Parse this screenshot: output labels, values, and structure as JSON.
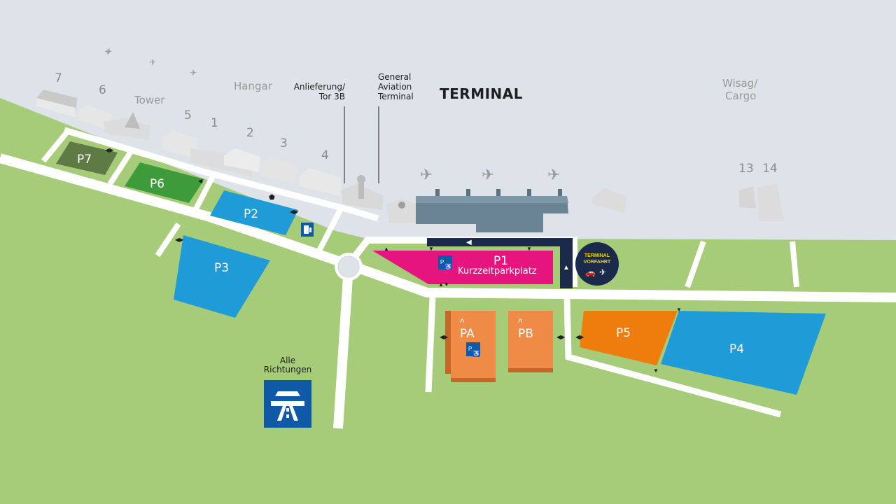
{
  "terminal_label": "TERMINAL",
  "buildings": {
    "hangar_label": "Hangar",
    "tower_label": "Tower",
    "numbers": [
      "7",
      "6",
      "5",
      "1",
      "2",
      "3",
      "4",
      "13",
      "14"
    ],
    "anlieferung": [
      "Anlieferung/",
      "Tor 3B"
    ],
    "general_aviation": [
      "General",
      "Aviation",
      "Terminal"
    ],
    "wisag": [
      "Wisag/",
      "Cargo"
    ]
  },
  "parking": {
    "p1": {
      "label": "P1",
      "sublabel": "Kurzzeitparkplatz",
      "color": "#e5147e"
    },
    "p2": {
      "label": "P2",
      "color": "#1f9bd8"
    },
    "p3": {
      "label": "P3",
      "color": "#1f9bd8"
    },
    "p4": {
      "label": "P4",
      "color": "#1f9bd8"
    },
    "p5": {
      "label": "P5",
      "color": "#ee7d0d"
    },
    "p6": {
      "label": "P6",
      "color": "#3d9b3a"
    },
    "p7": {
      "label": "P7",
      "color": "#5e7a45"
    },
    "pa": {
      "label": "PA",
      "color": "#f08a47"
    },
    "pb": {
      "label": "PB",
      "color": "#f08a47"
    }
  },
  "terminal_vorfahrt": [
    "TERMINAL",
    "VORFAHRT"
  ],
  "highway": [
    "Alle",
    "Richtungen"
  ],
  "colors": {
    "grass": "#a6cc7a",
    "apron": "#dde3e8",
    "road": "#ffffff",
    "navy": "#1b2a4a",
    "terminal_building": "#6a8494",
    "sign_blue": "#0f5aa6"
  }
}
